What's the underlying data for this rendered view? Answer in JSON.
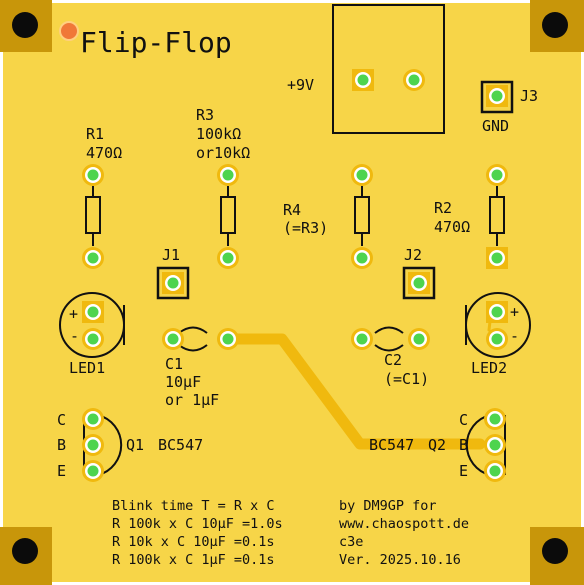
{
  "title": "Flip-Flop",
  "colors": {
    "board": "#f7d548",
    "copper": "#f0b90e",
    "pad_ring": "#ffffff",
    "pad_center": "#4ed44e",
    "silk": "#111111",
    "hole": "#0b0b0b",
    "hole_ring": "#b8860b",
    "fiducial": "#f07838"
  },
  "power": {
    "label": "+9V"
  },
  "connectors": {
    "j3": {
      "label": "J3",
      "sublabel": "GND"
    },
    "j1": {
      "label": "J1"
    },
    "j2": {
      "label": "J2"
    }
  },
  "resistors": {
    "r1": {
      "name": "R1",
      "value": "470Ω"
    },
    "r3": {
      "name": "R3",
      "value": "100kΩ",
      "alt": "or10kΩ"
    },
    "r4": {
      "name": "R4",
      "value": "(=R3)"
    },
    "r2": {
      "name": "R2",
      "value": "470Ω"
    }
  },
  "leds": {
    "led1": {
      "label": "LED1",
      "plus": "+",
      "minus": "-"
    },
    "led2": {
      "label": "LED2",
      "plus": "+",
      "minus": "-"
    }
  },
  "capacitors": {
    "c1": {
      "name": "C1",
      "value": "10µF",
      "alt": "or 1µF"
    },
    "c2": {
      "name": "C2",
      "value": "(=C1)"
    }
  },
  "transistors": {
    "q1": {
      "name": "Q1",
      "part": "BC547",
      "pins": [
        "C",
        "B",
        "E"
      ]
    },
    "q2": {
      "name": "Q2",
      "part": "BC547",
      "pins": [
        "C",
        "B",
        "E"
      ]
    }
  },
  "notes": {
    "blink_title": "Blink time T = R x C",
    "rows": [
      "R 100k x C 10µF =1.0s",
      "R  10k x C 10µF =0.1s",
      "R 100k x C  1µF =0.1s"
    ],
    "author": "by DM9GP for",
    "website": "www.chaospott.de",
    "c3e": "c3e",
    "version": "Ver. 2025.10.16"
  }
}
